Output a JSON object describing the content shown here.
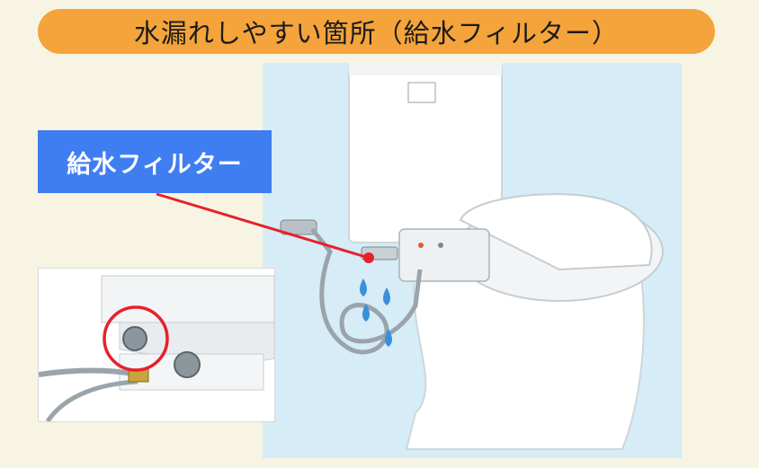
{
  "title": "水漏れしやすい箇所（給水フィルター）",
  "callout_label": "給水フィルター",
  "colors": {
    "title_bg": "#f4a43a",
    "label_bg": "#3f7ef1",
    "scene_bg": "#d6ecf7",
    "pointer_line": "#e8202b",
    "water_drop": "#3a8fd8"
  },
  "icons": [
    "toilet-illustration",
    "water-drop-icon",
    "red-circle-marker",
    "filter-closeup-photo"
  ]
}
